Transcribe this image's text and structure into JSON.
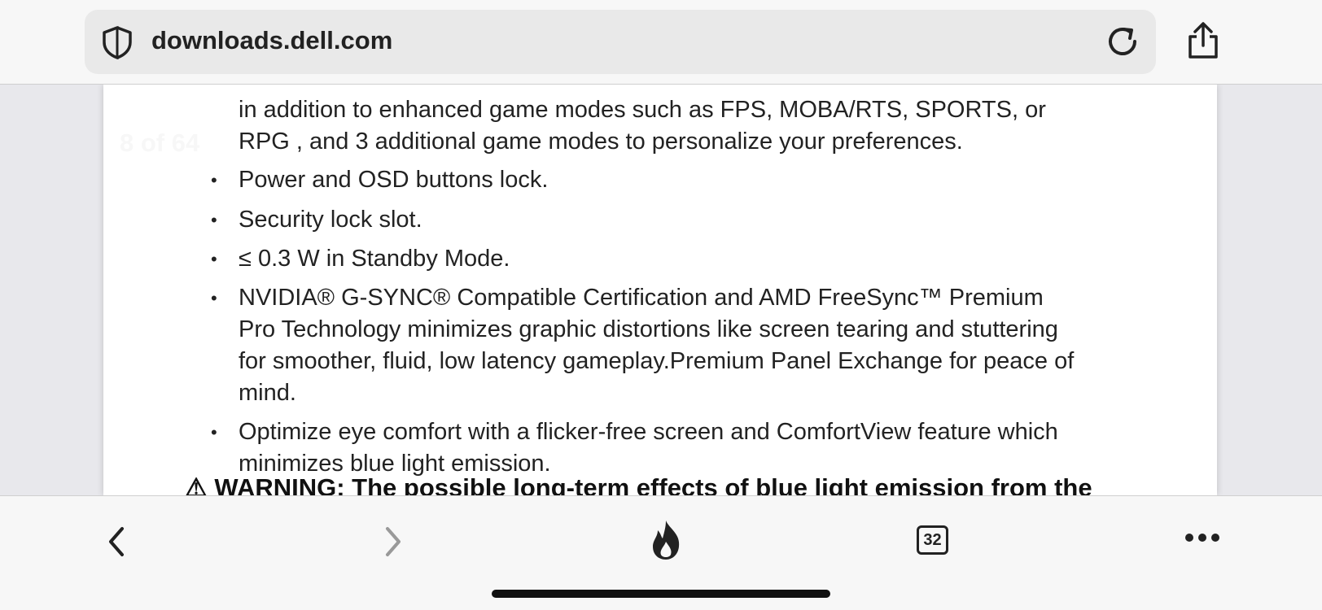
{
  "browser": {
    "url": "downloads.dell.com",
    "tab_count": "32",
    "icons": {
      "site": "shield-icon",
      "reload": "reload-icon",
      "share": "share-icon",
      "back": "back-chevron-icon",
      "forward": "forward-chevron-icon",
      "brand": "flame-icon",
      "tabs": "tabs-icon",
      "more": "more-icon"
    }
  },
  "document": {
    "page_indicator": "8 of 64",
    "lines": [
      {
        "bullet": false,
        "text": "in addition to enhanced game modes such as FPS, MOBA/RTS, SPORTS, or"
      },
      {
        "bullet": false,
        "text": "RPG , and 3 additional game modes to personalize your preferences."
      },
      {
        "bullet": true,
        "text": "Power and OSD buttons lock."
      },
      {
        "bullet": true,
        "text": "Security lock slot."
      },
      {
        "bullet": true,
        "text": "≤ 0.3 W in Standby Mode."
      },
      {
        "bullet": true,
        "text": "NVIDIA® G-SYNC® Compatible Certification and AMD FreeSync™ Premium"
      },
      {
        "bullet": false,
        "text": "Pro Technology minimizes graphic distortions like screen tearing and stuttering"
      },
      {
        "bullet": false,
        "text": "for smoother, fluid, low latency gameplay.Premium Panel Exchange for peace of"
      },
      {
        "bullet": false,
        "text": "mind."
      },
      {
        "bullet": true,
        "text": "Optimize eye comfort with a flicker-free screen and ComfortView feature which"
      },
      {
        "bullet": false,
        "text": "minimizes blue light emission."
      }
    ],
    "bullet_char": "•",
    "warning": "⚠ WARNING: The possible long-term effects of blue light emission from the"
  }
}
